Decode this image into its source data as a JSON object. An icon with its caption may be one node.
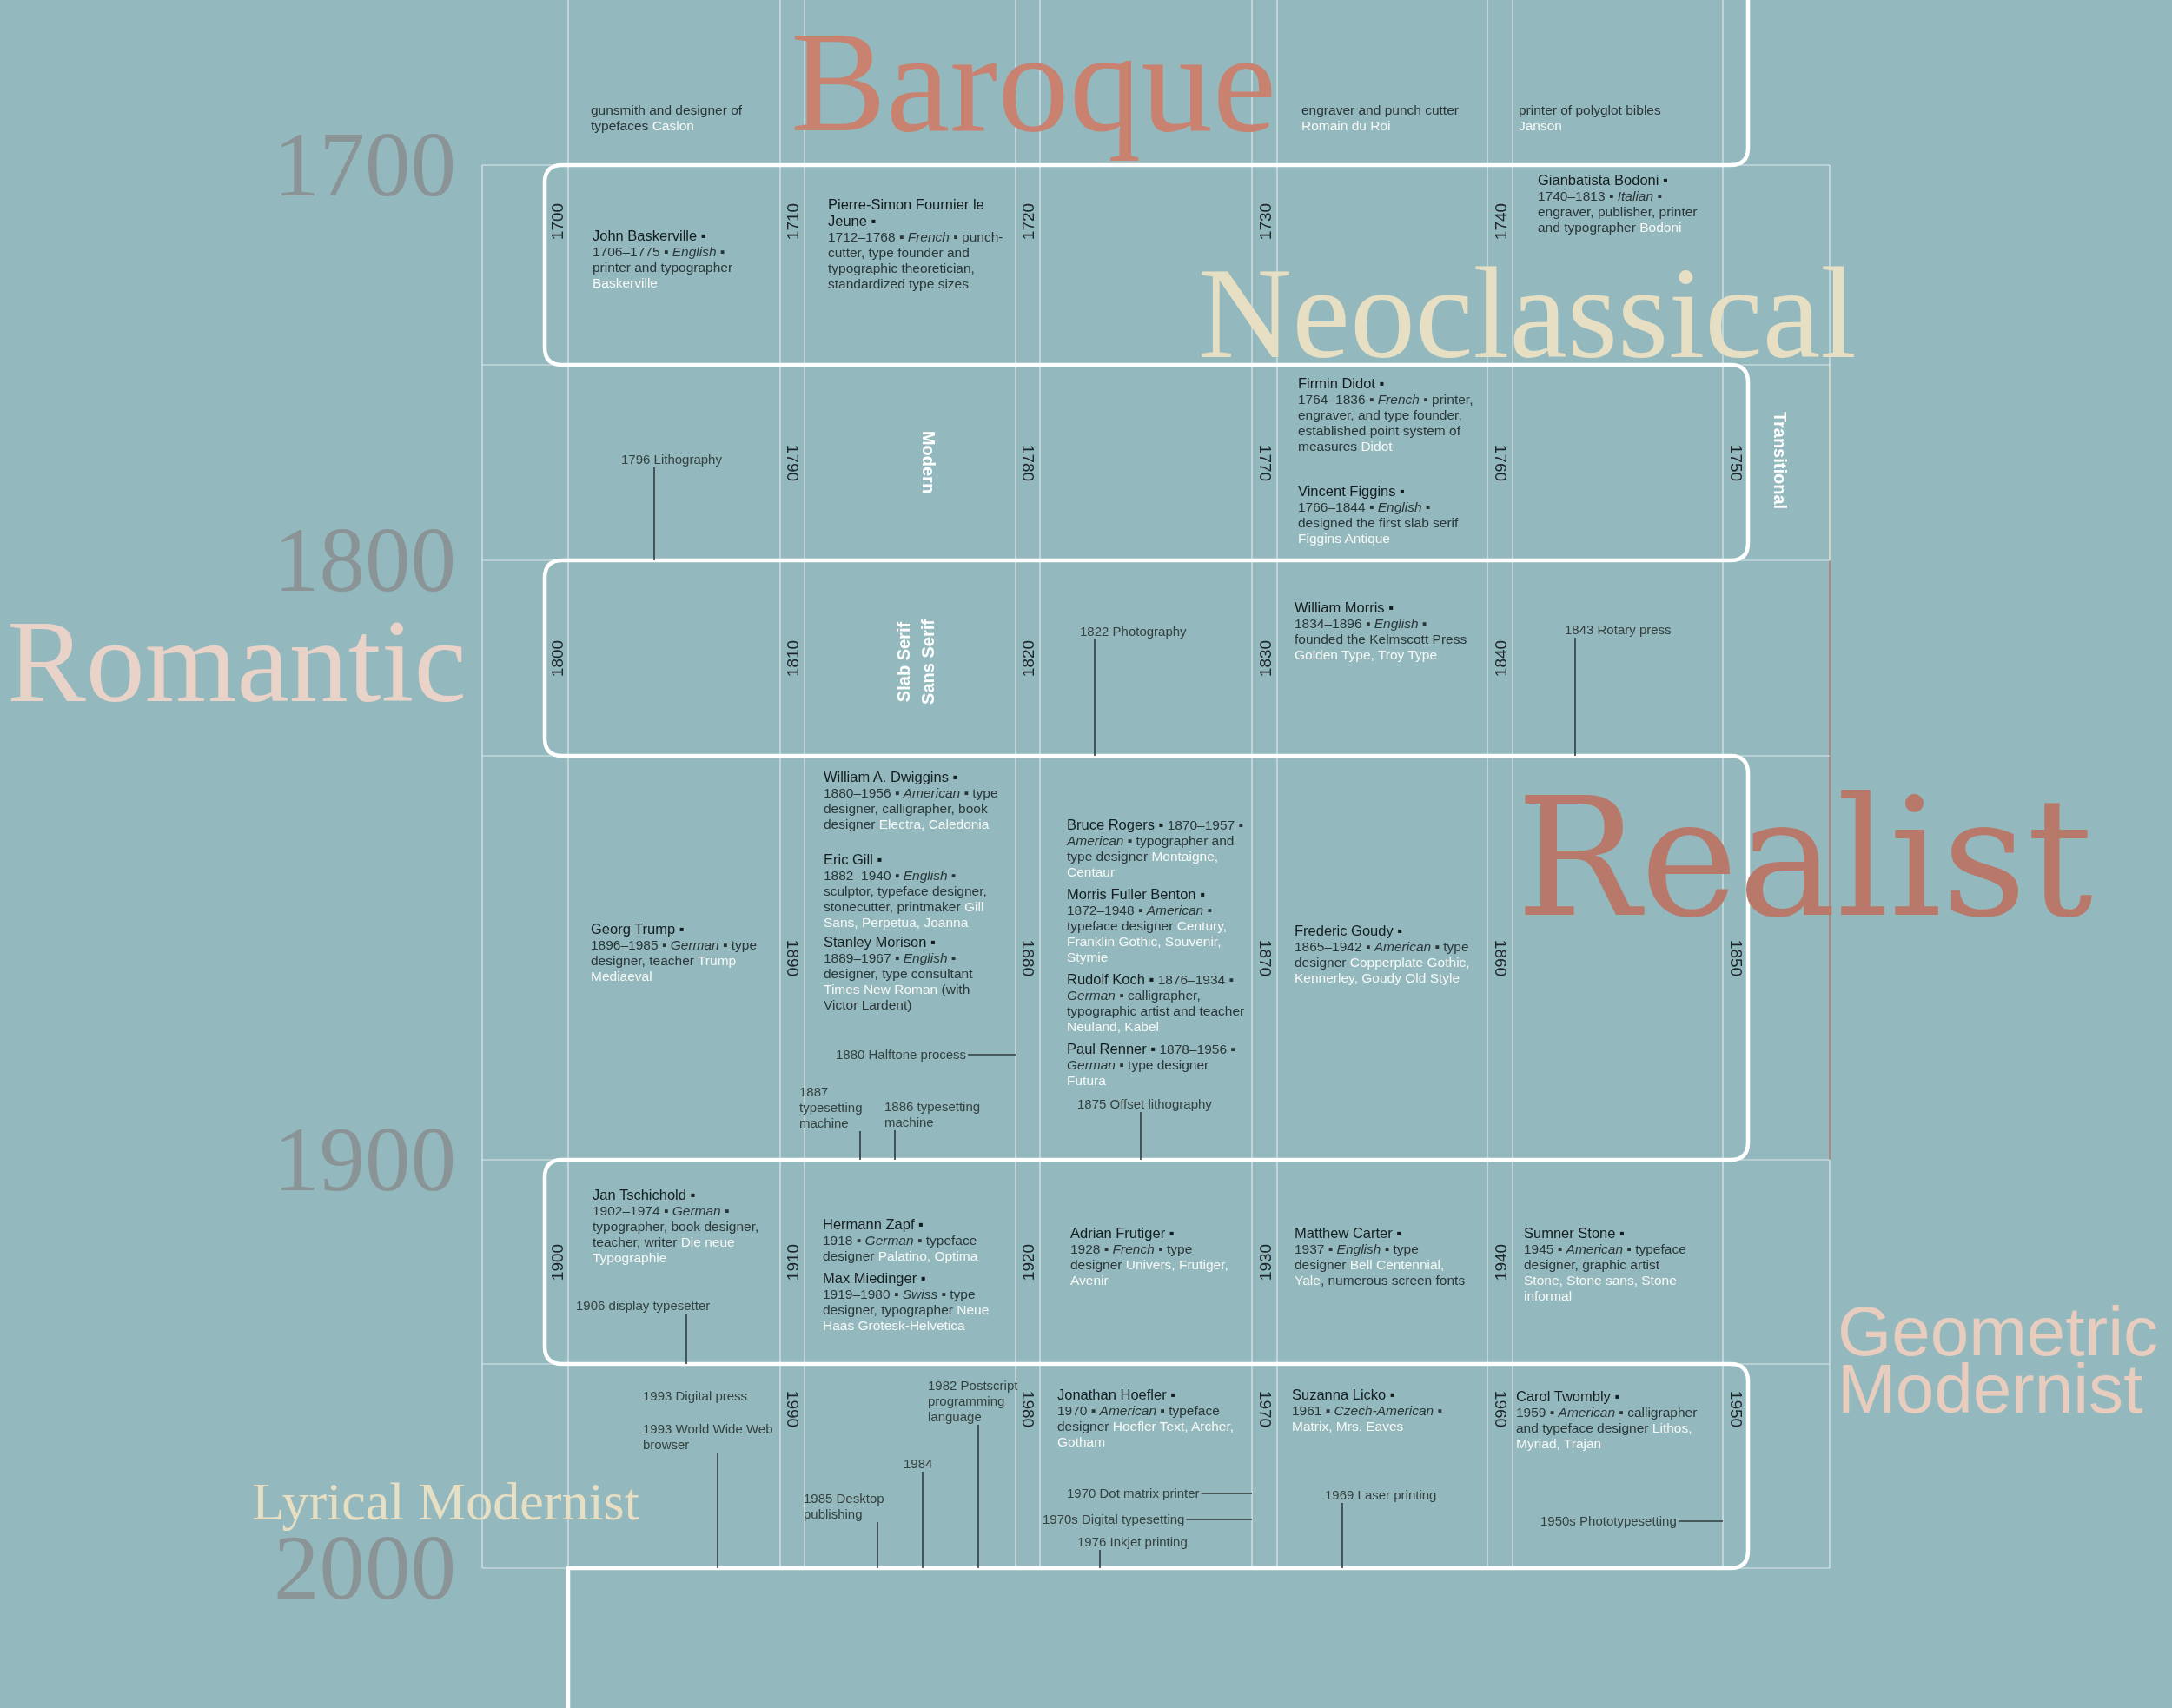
{
  "diagram": {
    "nodes": [
      {
        "text": [
          "gunsmith and designer of typefaces",
          "Caslon"
        ]
      },
      {
        "text": [
          "engraver and punch cutter",
          "Romain du Roi"
        ]
      },
      {
        "text": [
          "printer of polyglot bibles",
          "Janson"
        ]
      },
      {
        "text": [
          "John Baskerville ▪",
          "1706–1775 ▪ *English* ▪ printer and typographer",
          "Baskerville"
        ]
      },
      {
        "text": [
          "Pierre-Simon Fournier le Jeune ▪",
          "1712–1768 ▪ *French* ▪ punch-cutter, type founder and typographic theoretician, standardized type sizes"
        ]
      },
      {
        "text": [
          "Gianbatista Bodoni ▪",
          "1740–1813 ▪ *Italian* ▪ engraver, publisher, printer and typographer",
          "Bodoni"
        ]
      },
      {
        "text": [
          "1796 Lithography"
        ]
      },
      {
        "text": [
          "Firmin Didot ▪",
          "1764–1836 ▪ *French* ▪ printer, engraver, and type founder, established point system of measures",
          "Didot"
        ]
      },
      {
        "text": [
          "Vincent Figgins ▪",
          "1766–1844 ▪ *English* ▪ designed the first slab serif",
          "Figgins Antique"
        ]
      },
      {
        "text": [
          "1822 Photography"
        ]
      },
      {
        "text": [
          "William Morris ▪",
          "1834–1896 ▪ *English* ▪ founded the Kelmscott Press",
          "Golden Type, Troy Type"
        ]
      },
      {
        "text": [
          "1843 Rotary press"
        ]
      },
      {
        "text": [
          "Georg Trump ▪",
          "1896–1985 ▪ *German* ▪ type designer, teacher",
          "Trump Mediaeval"
        ]
      },
      {
        "text": [
          "William A. Dwiggins ▪",
          "1880–1956 ▪ *American* ▪ type designer, calligrapher, book designer",
          "Electra, Caledonia"
        ]
      },
      {
        "text": [
          "Eric Gill ▪",
          "1882–1940 ▪ *English* ▪ sculptor, typeface designer, stonecutter, printmaker",
          "Gill Sans, Perpetua, Joanna"
        ]
      },
      {
        "text": [
          "Stanley Morison ▪",
          "1889–1967 ▪ *English* ▪ designer, type consultant",
          "Times New Roman",
          "(with Victor Lardent)"
        ]
      },
      {
        "text": [
          "1880 Halftone process"
        ]
      },
      {
        "text": [
          "1887 typesetting machine"
        ]
      },
      {
        "text": [
          "1886 typesetting machine"
        ]
      },
      {
        "text": [
          "Bruce Rogers ▪",
          "1870–1957 ▪ *American* ▪ typographer and type designer",
          "Montaigne, Centaur"
        ]
      },
      {
        "text": [
          "Morris Fuller Benton ▪",
          "1872–1948 ▪ *American* ▪ typeface designer",
          "Century, Franklin Gothic, Souvenir, Stymie"
        ]
      },
      {
        "text": [
          "Rudolf Koch ▪",
          "1876–1934 ▪ *German* ▪ calligrapher, typographic artist and teacher",
          "Neuland, Kabel"
        ]
      },
      {
        "text": [
          "Paul Renner ▪",
          "1878–1956 ▪ *German* ▪ type designer",
          "Futura"
        ]
      },
      {
        "text": [
          "1875 Offset lithography"
        ]
      },
      {
        "text": [
          "Frederic Goudy ▪",
          "1865–1942 ▪ *American* ▪ type designer",
          "Copperplate Gothic, Kennerley, Goudy Old Style"
        ]
      },
      {
        "text": [
          "Jan Tschichold ▪",
          "1902–1974 ▪ *German* ▪ typographer, book designer, teacher, writer",
          "Die neue Typographie"
        ]
      },
      {
        "text": [
          "1906 display typesetter"
        ]
      },
      {
        "text": [
          "Hermann Zapf ▪",
          "1918 ▪ *German* ▪ typeface designer",
          "Palatino, Optima"
        ]
      },
      {
        "text": [
          "Max Miedinger ▪",
          "1919–1980 ▪ *Swiss* ▪ type designer, typographer",
          "Neue Haas Grotesk-Helvetica"
        ]
      },
      {
        "text": [
          "Adrian Frutiger ▪",
          "1928 ▪ *French* ▪ type designer",
          "Univers, Frutiger, Avenir"
        ]
      },
      {
        "text": [
          "Matthew Carter ▪",
          "1937 ▪ *English* ▪ type designer",
          "Bell Centennial, Yale",
          ", numerous screen fonts"
        ]
      },
      {
        "text": [
          "Sumner Stone ▪",
          "1945 ▪ *American* ▪ typeface designer, graphic artist",
          "Stone, Stone sans, Stone informal"
        ]
      },
      {
        "text": [
          "1993 World Wide Web browser"
        ]
      },
      {
        "text": [
          "1982 Postscript programming language"
        ]
      },
      {
        "text": [
          "1984"
        ]
      },
      {
        "text": [
          "1985 Desktop publishing"
        ]
      },
      {
        "text": [
          "Jonathan Hoefler ▪",
          "1970 ▪ *American* ▪ typeface designer",
          "Hoefler Text, Archer, Gotham"
        ]
      },
      {
        "text": [
          "1970 Dot matrix printer"
        ]
      },
      {
        "text": [
          "1970s Digital typesetting"
        ]
      },
      {
        "text": [
          "1976 Inkjet printing"
        ]
      },
      {
        "text": [
          "Suzanna Licko ▪",
          "1961 ▪ *Czech-American* ▪",
          "Matrix, Mrs. Eaves"
        ]
      },
      {
        "text": [
          "1969 Laser printing"
        ]
      },
      {
        "text": [
          "1950s Phototypesetting"
        ]
      },
      {
        "text": [
          "Carol Twombly ▪",
          "1959 ▪ *American* ▪ calligrapher and typeface designer",
          "Lithos, Myriad, Trajan"
        ]
      }
    ],
    "edges": [
      {
        "from": 6,
        "to": null,
        "arrow": "none"
      },
      {
        "from": 9,
        "to": null,
        "arrow": "none"
      },
      {
        "from": 11,
        "to": null,
        "arrow": "none"
      },
      {
        "from": 16,
        "to": null,
        "arrow": "none"
      },
      {
        "from": 17,
        "to": null,
        "arrow": "none"
      },
      {
        "from": 18,
        "to": null,
        "arrow": "none"
      },
      {
        "from": 23,
        "to": null,
        "arrow": "none"
      },
      {
        "from": 26,
        "to": null,
        "arrow": "none"
      },
      {
        "from": 32,
        "to": null,
        "arrow": "none"
      },
      {
        "from": 33,
        "to": null,
        "arrow": "none"
      },
      {
        "from": 34,
        "to": null,
        "arrow": "none"
      },
      {
        "from": 35,
        "to": null,
        "arrow": "none"
      },
      {
        "from": 37,
        "to": null,
        "arrow": "none"
      },
      {
        "from": 38,
        "to": null,
        "arrow": "none"
      },
      {
        "from": 39,
        "to": null,
        "arrow": "none"
      },
      {
        "from": 41,
        "to": null,
        "arrow": "none"
      },
      {
        "from": 42,
        "to": null,
        "arrow": "none"
      }
    ],
    "labels": [
      "Baroque",
      "1700",
      "1700",
      "1710",
      "1720",
      "1730",
      "1740",
      "Neoclassical",
      "1790",
      "Modern",
      "1780",
      "1770",
      "1760",
      "1750",
      "Transitional",
      "1800",
      "Romantic",
      "1800",
      "1810",
      "Slab Serif",
      "Sans Serif",
      "1820",
      "1830",
      "1840",
      "Realist",
      "1890",
      "1880",
      "1870",
      "1860",
      "1850",
      "1900",
      "1900",
      "1910",
      "1920",
      "1930",
      "1940",
      "Geometric Modernist",
      "1993 Digital press",
      "Lyrical Modernist",
      "1990",
      "1980",
      "1970",
      "1960",
      "1950",
      "2000"
    ]
  }
}
